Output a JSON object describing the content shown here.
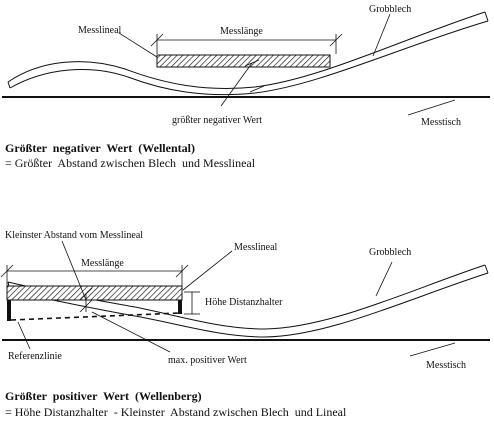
{
  "diagram_top": {
    "label_messlineal": "Messlineal",
    "label_messlaenge": "Messlänge",
    "label_grobblech": "Grobblech",
    "label_messtisch": "Messtisch",
    "label_groesster_negativer_wert": "größter negativer Wert"
  },
  "caption_top": {
    "title": "Größter  negativer  Wert  (Wellental)",
    "text": "= Größter  Abstand zwischen Blech  und Messlineal"
  },
  "diagram_bottom": {
    "label_kleinster_abstand": "Kleinster Abstand vom Messlineal",
    "label_messlineal": "Messlineal",
    "label_messlaenge": "Messlänge",
    "label_grobblech": "Grobblech",
    "label_hoehe_distanzhalter": "Höhe Distanzhalter",
    "label_referenzlinie": "Referenzlinie",
    "label_max_positiver_wert": "max. positiver Wert",
    "label_messtisch": "Messtisch"
  },
  "caption_bottom": {
    "title": "Größter  positiver  Wert  (Wellenberg)",
    "text": "= Höhe Distanzhalter  - Kleinster  Abstand zwischen Blech  und Lineal"
  },
  "colors": {
    "ink": "#111111",
    "background": "#ffffff"
  }
}
